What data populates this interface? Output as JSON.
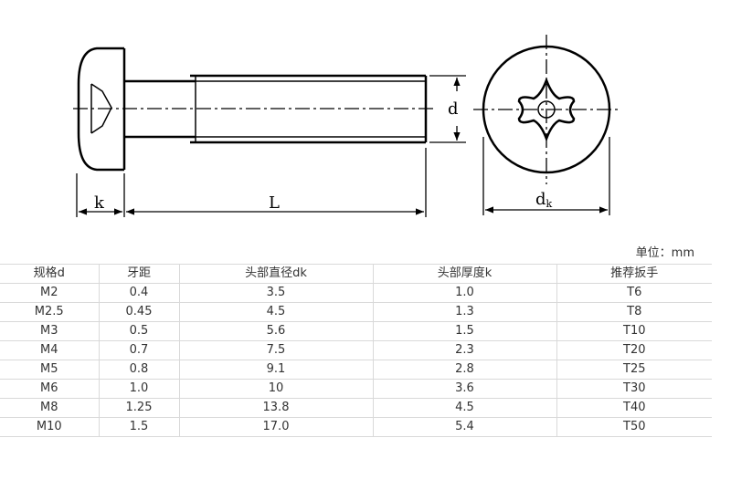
{
  "drawing": {
    "labels": {
      "d": "d",
      "k": "k",
      "L": "L",
      "dk_main": "d",
      "dk_sub": "k"
    }
  },
  "table": {
    "unit": "单位：mm",
    "headers": [
      "规格d",
      "牙距",
      "头部直径dk",
      "头部厚度k",
      "推荐扳手"
    ],
    "rows": [
      [
        "M2",
        "0.4",
        "3.5",
        "1.0",
        "T6"
      ],
      [
        "M2.5",
        "0.45",
        "4.5",
        "1.3",
        "T8"
      ],
      [
        "M3",
        "0.5",
        "5.6",
        "1.5",
        "T10"
      ],
      [
        "M4",
        "0.7",
        "7.5",
        "2.3",
        "T20"
      ],
      [
        "M5",
        "0.8",
        "9.1",
        "2.8",
        "T25"
      ],
      [
        "M6",
        "1.0",
        "10",
        "3.6",
        "T30"
      ],
      [
        "M8",
        "1.25",
        "13.8",
        "4.5",
        "T40"
      ],
      [
        "M10",
        "1.5",
        "17.0",
        "5.4",
        "T50"
      ]
    ]
  }
}
